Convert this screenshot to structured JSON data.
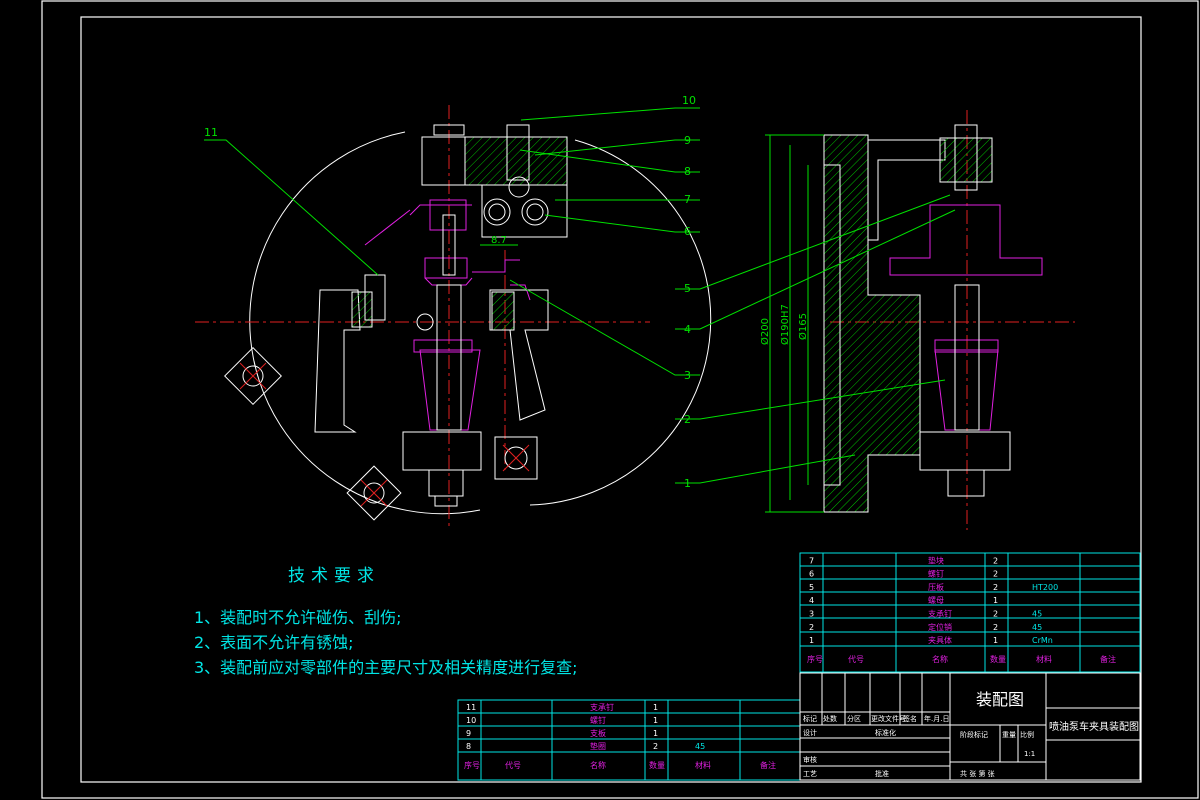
{
  "technical_requirements": {
    "title": "技术要求",
    "items": [
      "1、装配时不允许碰伤、刮伤;",
      "2、表面不允许有锈蚀;",
      "3、装配前应对零部件的主要尺寸及相关精度进行复查;"
    ]
  },
  "balloons": [
    "11",
    "10",
    "9",
    "8",
    "7",
    "6",
    "5",
    "4",
    "3",
    "2",
    "1"
  ],
  "dimensions": {
    "d200": "Ø200",
    "d190": "Ø190H7",
    "d165": "Ø165",
    "gap": "8.7"
  },
  "parts_upper": [
    {
      "no": "7",
      "name": "垫块",
      "qty": "2",
      "material": ""
    },
    {
      "no": "6",
      "name": "螺钉",
      "qty": "2",
      "material": ""
    },
    {
      "no": "5",
      "name": "压板",
      "qty": "2",
      "material": "HT200"
    },
    {
      "no": "4",
      "name": "螺母",
      "qty": "1",
      "material": ""
    },
    {
      "no": "3",
      "name": "支承钉",
      "qty": "2",
      "material": "45"
    },
    {
      "no": "2",
      "name": "定位销",
      "qty": "2",
      "material": "45"
    },
    {
      "no": "1",
      "name": "夹具体",
      "qty": "1",
      "material": "CrMn"
    }
  ],
  "parts_lower": [
    {
      "no": "11",
      "name": "支承钉",
      "qty": "1",
      "material": ""
    },
    {
      "no": "10",
      "name": "螺钉",
      "qty": "1",
      "material": ""
    },
    {
      "no": "9",
      "name": "支板",
      "qty": "1",
      "material": ""
    },
    {
      "no": "8",
      "name": "垫圈",
      "qty": "2",
      "material": "45"
    }
  ],
  "table_headers": {
    "no": "序号",
    "code": "代号",
    "name": "名称",
    "qty": "数量",
    "material": "材料",
    "remark": "备注"
  },
  "title_block": {
    "drawing_type": "装配图",
    "drawing_name": "喷油泵车夹具装配图",
    "scale": "1:1",
    "row_labels": [
      "标记",
      "处数",
      "分区",
      "更改文件号",
      "签名",
      "年.月.日"
    ],
    "design": "设计",
    "standardize": "标准化",
    "stage_mark": "阶段标记",
    "weight": "重量",
    "ratio": "比例",
    "check": "审核",
    "process": "工艺",
    "approve": "批准",
    "sheets": "共 张 第 张"
  }
}
